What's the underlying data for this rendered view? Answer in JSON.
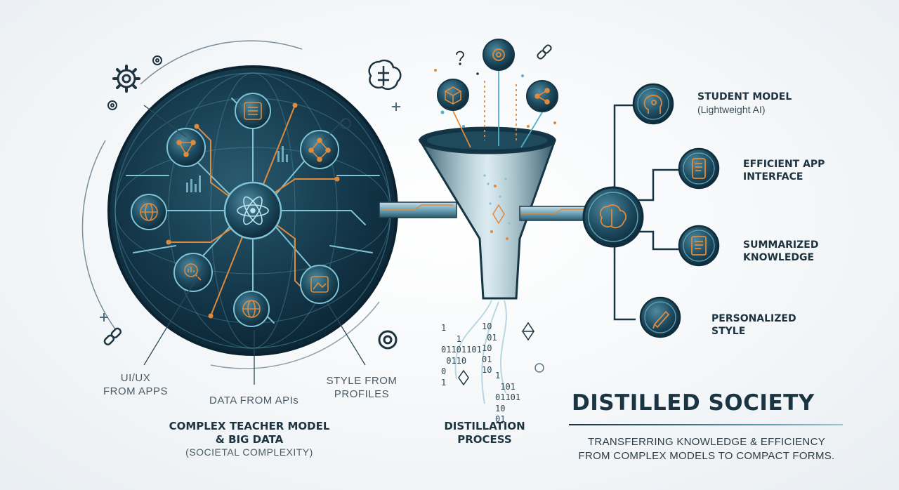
{
  "sources": {
    "ui_ux": [
      "UI/UX",
      "FROM APPS"
    ],
    "apis": "DATA FROM APIs",
    "profiles": [
      "STYLE FROM",
      "PROFILES"
    ]
  },
  "teacher": {
    "title_1": "COMPLEX TEACHER MODEL",
    "title_2": "& BIG DATA",
    "subtitle": "(SOCIETAL COMPLEXITY)"
  },
  "distillation": {
    "line_1": "DISTILLATION",
    "line_2": "PROCESS",
    "bits_left": "1\n   1\n01101101\n 0110\n0\n1",
    "bits_mid": "10\n 01\n10\n01\n10\n",
    "bits_right": "1\n 101\n01101\n10\n01"
  },
  "outputs": [
    {
      "title": "STUDENT MODEL",
      "subtitle": "(Lightweight AI)",
      "icon": "head-icon"
    },
    {
      "title": "EFFICIENT APP",
      "subtitle_title": "INTERFACE",
      "icon": "phone-icon"
    },
    {
      "title": "SUMMARIZED",
      "subtitle_title": "KNOWLEDGE",
      "icon": "document-icon"
    },
    {
      "title": "PERSONALIZED",
      "subtitle_title": "STYLE",
      "icon": "pen-icon"
    }
  ],
  "brand": {
    "title": "DISTILLED SOCIETY",
    "tagline_1": "TRANSFERRING KNOWLEDGE & EFFICIENCY",
    "tagline_2": "FROM COMPLEX MODELS TO COMPACT FORMS."
  },
  "colors": {
    "navy": "#123344",
    "teal": "#4fb0c8",
    "orange": "#e08a3c",
    "glass": "#8fbfd0"
  }
}
